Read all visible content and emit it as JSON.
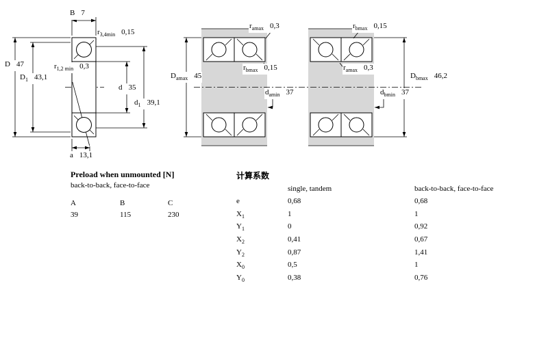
{
  "figure": {
    "left": {
      "b": {
        "base": "B",
        "sub": "",
        "value": "7"
      },
      "r34": {
        "base": "r",
        "sub": "3,4min",
        "value": "0,15"
      },
      "D": {
        "base": "D",
        "sub": "",
        "value": "47"
      },
      "D1": {
        "base": "D",
        "sub": "1",
        "value": "43,1"
      },
      "r12": {
        "base": "r",
        "sub": "1,2 min",
        "value": "0,3"
      },
      "d": {
        "base": "d",
        "sub": "",
        "value": "35"
      },
      "d1": {
        "base": "d",
        "sub": "1",
        "value": "39,1"
      },
      "a": {
        "base": "a",
        "sub": "",
        "value": "13,1"
      }
    },
    "middle": {
      "ramax": {
        "base": "r",
        "sub": "amax",
        "value": "0,3"
      },
      "Damax": {
        "base": "D",
        "sub": "amax",
        "value": "45"
      },
      "rbmax": {
        "base": "r",
        "sub": "bmax",
        "value": "0,15"
      },
      "damin": {
        "base": "d",
        "sub": "amin",
        "value": "37"
      }
    },
    "right": {
      "rbmax": {
        "base": "r",
        "sub": "bmax",
        "value": "0,15"
      },
      "ramax": {
        "base": "r",
        "sub": "amax",
        "value": "0,3"
      },
      "Dbmax": {
        "base": "D",
        "sub": "bmax",
        "value": "46,2"
      },
      "dbmin": {
        "base": "d",
        "sub": "bmin",
        "value": "37"
      }
    }
  },
  "preload": {
    "title": "Preload when unmounted [N]",
    "subtitle": "back-to-back, face-to-face",
    "columns": [
      "A",
      "B",
      "C"
    ],
    "values": [
      "39",
      "115",
      "230"
    ]
  },
  "factors": {
    "title": "计算系数",
    "col1": "single, tandem",
    "col2": "back-to-back, face-to-face",
    "rows": [
      {
        "base": "e",
        "sub": "",
        "v1": "0,68",
        "v2": "0,68"
      },
      {
        "base": "X",
        "sub": "1",
        "v1": "1",
        "v2": "1"
      },
      {
        "base": "Y",
        "sub": "1",
        "v1": "0",
        "v2": "0,92"
      },
      {
        "base": "X",
        "sub": "2",
        "v1": "0,41",
        "v2": "0,67"
      },
      {
        "base": "Y",
        "sub": "2",
        "v1": "0,87",
        "v2": "1,41"
      },
      {
        "base": "X",
        "sub": "0",
        "v1": "0,5",
        "v2": "1"
      },
      {
        "base": "Y",
        "sub": "0",
        "v1": "0,38",
        "v2": "0,76"
      }
    ]
  }
}
